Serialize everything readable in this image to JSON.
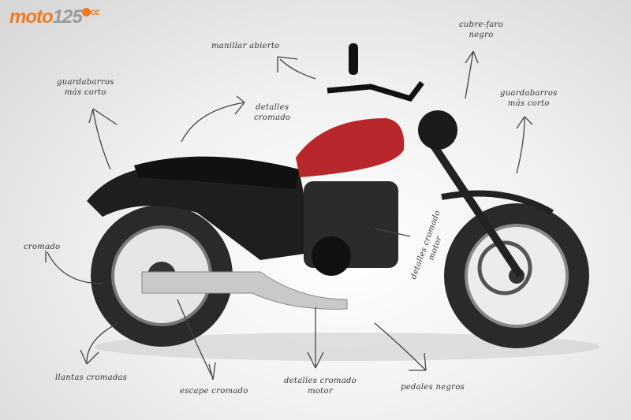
{
  "logo": {
    "brand": "moto",
    "number": "125",
    "unit": "cc"
  },
  "annotations": {
    "handlebar": "manillar abierto",
    "headlight": [
      "cubre-faro",
      "negro"
    ],
    "rear_fender": [
      "guardabarros",
      "más corto"
    ],
    "front_fender": [
      "guardabarros",
      "más corto"
    ],
    "tank_details": [
      "detalles",
      "cromado"
    ],
    "engine_side": [
      "detalles cromado",
      "motor"
    ],
    "chrome": "cromado",
    "wheels": "llantas cromadas",
    "exhaust": "escape cromado",
    "engine_details": [
      "detalles cromado",
      "motor"
    ],
    "pedals": "pedales negros"
  },
  "colors": {
    "brand": "#f07b1f",
    "tank": "#b8282a"
  }
}
